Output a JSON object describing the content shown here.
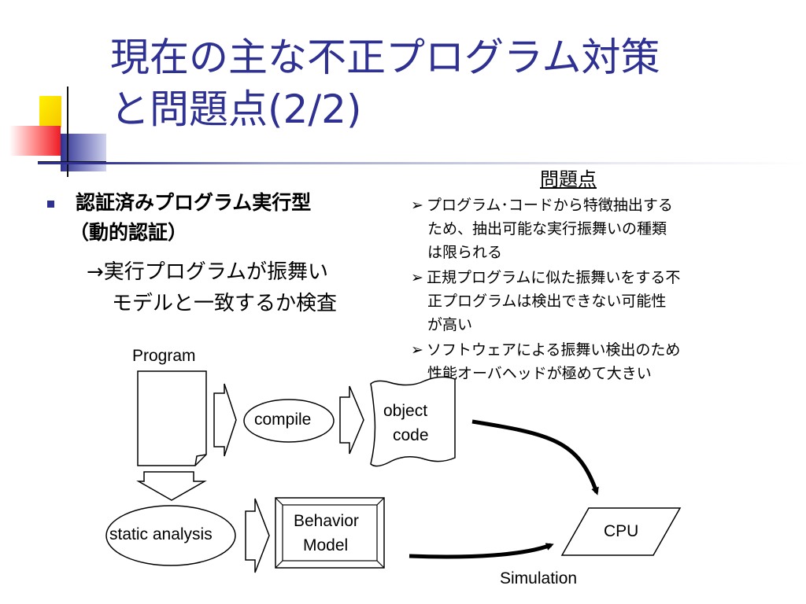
{
  "title": {
    "line1": "現在の主な不正プログラム対策",
    "line2": "と問題点(2/2)"
  },
  "bullet": {
    "line1": "認証済みプログラム実行型",
    "line2": "（動的認証）",
    "sub1": "→実行プログラムが振舞い",
    "sub2": "モデルと一致するか検査"
  },
  "problems": {
    "heading": "問題点",
    "marker": "➢",
    "items": [
      {
        "lines": [
          "プログラム･コードから特徴抽出する",
          "ため、抽出可能な実行振舞いの種類",
          "は限られる"
        ]
      },
      {
        "lines": [
          "正規プログラムに似た振舞いをする不",
          "正プログラムは検出できない可能性",
          "が高い"
        ]
      },
      {
        "lines": [
          "ソフトウェアによる振舞い検出のため",
          "性能オーバヘッドが極めて大きい"
        ]
      }
    ]
  },
  "diagram": {
    "program_label": "Program",
    "compile_label": "compile",
    "object_code_line1": "object",
    "object_code_line2": "code",
    "static_analysis_label": "static analysis",
    "behavior_model_line1": "Behavior",
    "behavior_model_line2": "Model",
    "cpu_label": "CPU",
    "simulation_label": "Simulation"
  }
}
